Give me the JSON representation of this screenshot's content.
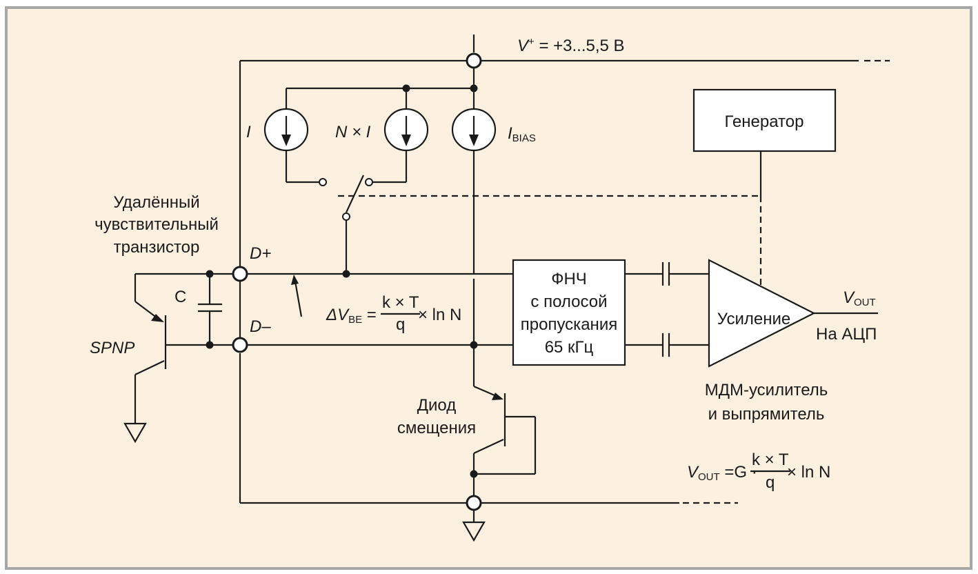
{
  "colors": {
    "background": "#fcf1e1",
    "frame": "#a7a7a7",
    "ink": "#1a1a1a"
  },
  "supply": {
    "prefix": "V",
    "sup": "+",
    "value": " = +3...5,5 В"
  },
  "sources": {
    "i_label": "I",
    "ni_label": "N × I",
    "ibias_main": "I",
    "ibias_sub": "BIAS"
  },
  "generator": {
    "label": "Генератор"
  },
  "sensor": {
    "caption_lines": [
      "Удалённый",
      "чувствительный",
      "транзистор"
    ],
    "transistor_label": "SPNP",
    "cap_label": "C"
  },
  "terminals": {
    "d_plus": "D+",
    "d_minus": "D–"
  },
  "delta_formula": {
    "delta": "ΔV",
    "sub": "BE",
    "eq": " =",
    "numerator": "k × T",
    "denominator": "q",
    "tail": "× ln N"
  },
  "lpf": {
    "lines": [
      "ФНЧ",
      "с полосой",
      "пропускания",
      "65 кГц"
    ]
  },
  "amplifier": {
    "label": "Усиление",
    "caption_lines": [
      "МДМ-усилитель",
      "и выпрямитель"
    ]
  },
  "output": {
    "vout_main": "V",
    "vout_sub": "OUT",
    "dest": "На АЦП"
  },
  "bias_diode": {
    "caption_lines": [
      "Диод",
      "смещения"
    ]
  },
  "vout_formula": {
    "main": "V",
    "sub": "OUT",
    "eq": " =G ·",
    "numerator": "k × T",
    "denominator": "q",
    "tail": "× ln N"
  }
}
